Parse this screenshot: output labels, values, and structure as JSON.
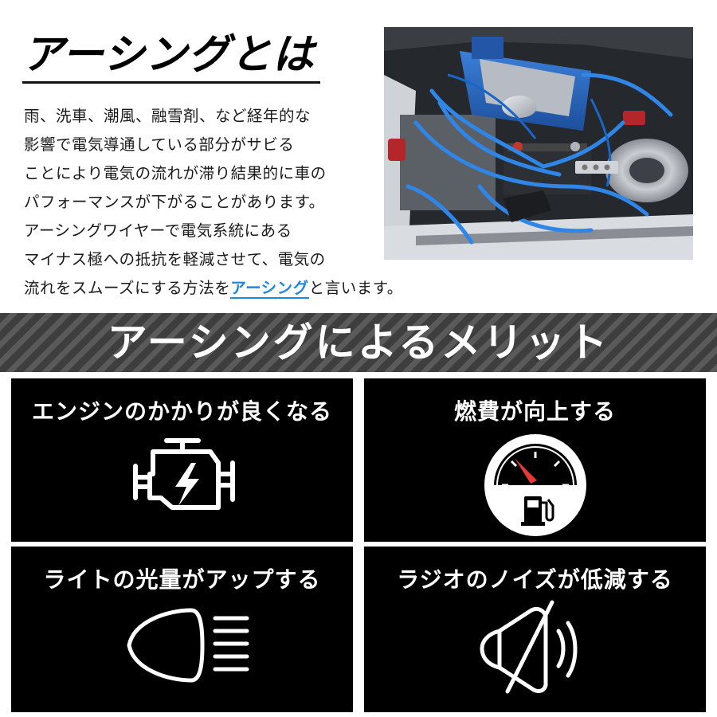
{
  "header": {
    "title": "アーシングとは"
  },
  "intro": {
    "lines": [
      "雨、洗車、潮風、融雪剤、など経年的な",
      "影響で電気導通している部分がサビる",
      "ことにより電気の流れが滞り結果的に車の",
      "パフォーマンスが下がることがあります。",
      "アーシングワイヤーで電気系統にある",
      "マイナス極への抵抗を軽減させて、電気の"
    ],
    "last_line_prefix": "流れをスムーズにする方法を",
    "last_line_highlight": "アーシング",
    "last_line_suffix": "と言います。"
  },
  "banner": {
    "text": "アーシングによるメリット"
  },
  "benefits": [
    {
      "title": "エンジンのかかりが良くなる",
      "icon": "engine-icon"
    },
    {
      "title": "燃費が向上する",
      "icon": "fuel-gauge-icon"
    },
    {
      "title": "ライトの光量がアップする",
      "icon": "headlight-icon"
    },
    {
      "title": "ラジオのノイズが低減する",
      "icon": "speaker-mute-icon"
    }
  ],
  "colors": {
    "accent": "#1e88e5",
    "banner_dark": "#3e3e3e",
    "gauge_needle": "#e53935"
  }
}
